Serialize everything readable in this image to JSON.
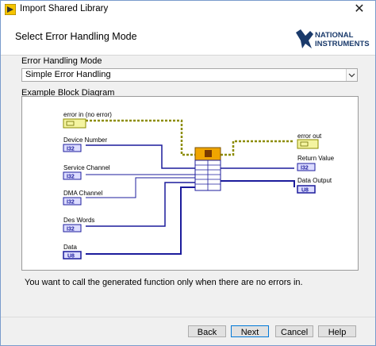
{
  "window": {
    "title": "Import Shared Library",
    "close_glyph": "✕"
  },
  "header": {
    "title": "Select Error Handling Mode",
    "logo_line1": "NATIONAL",
    "logo_line2": "INSTRUMENTS"
  },
  "error_mode": {
    "label": "Error Handling Mode",
    "selected": "Simple Error Handling"
  },
  "diagram": {
    "label": "Example Block Diagram",
    "inputs": [
      {
        "name": "error in (no error)",
        "tag": "",
        "kind": "cluster"
      },
      {
        "name": "Device Number",
        "tag": "I32",
        "kind": "numeric"
      },
      {
        "name": "Service Channel",
        "tag": "I32",
        "kind": "numeric"
      },
      {
        "name": "DMA Channel",
        "tag": "I32",
        "kind": "numeric"
      },
      {
        "name": "Des Words",
        "tag": "I32",
        "kind": "numeric"
      },
      {
        "name": "Data",
        "tag": "U8",
        "kind": "numeric"
      }
    ],
    "outputs": [
      {
        "name": "error out",
        "tag": "",
        "kind": "cluster"
      },
      {
        "name": "Return Value",
        "tag": "I32",
        "kind": "numeric"
      },
      {
        "name": "Data Output",
        "tag": "U8",
        "kind": "numeric"
      }
    ],
    "colors": {
      "cluster": "#8c8c00",
      "cluster_fill": "#f4f4a0",
      "numeric": "#1c1c9c",
      "numeric_fill": "#dcdcff",
      "node": "#f0a500"
    }
  },
  "info_text": "You want to call the generated function only when there are no errors in.",
  "buttons": {
    "back": "Back",
    "next": "Next",
    "cancel": "Cancel",
    "help": "Help"
  }
}
